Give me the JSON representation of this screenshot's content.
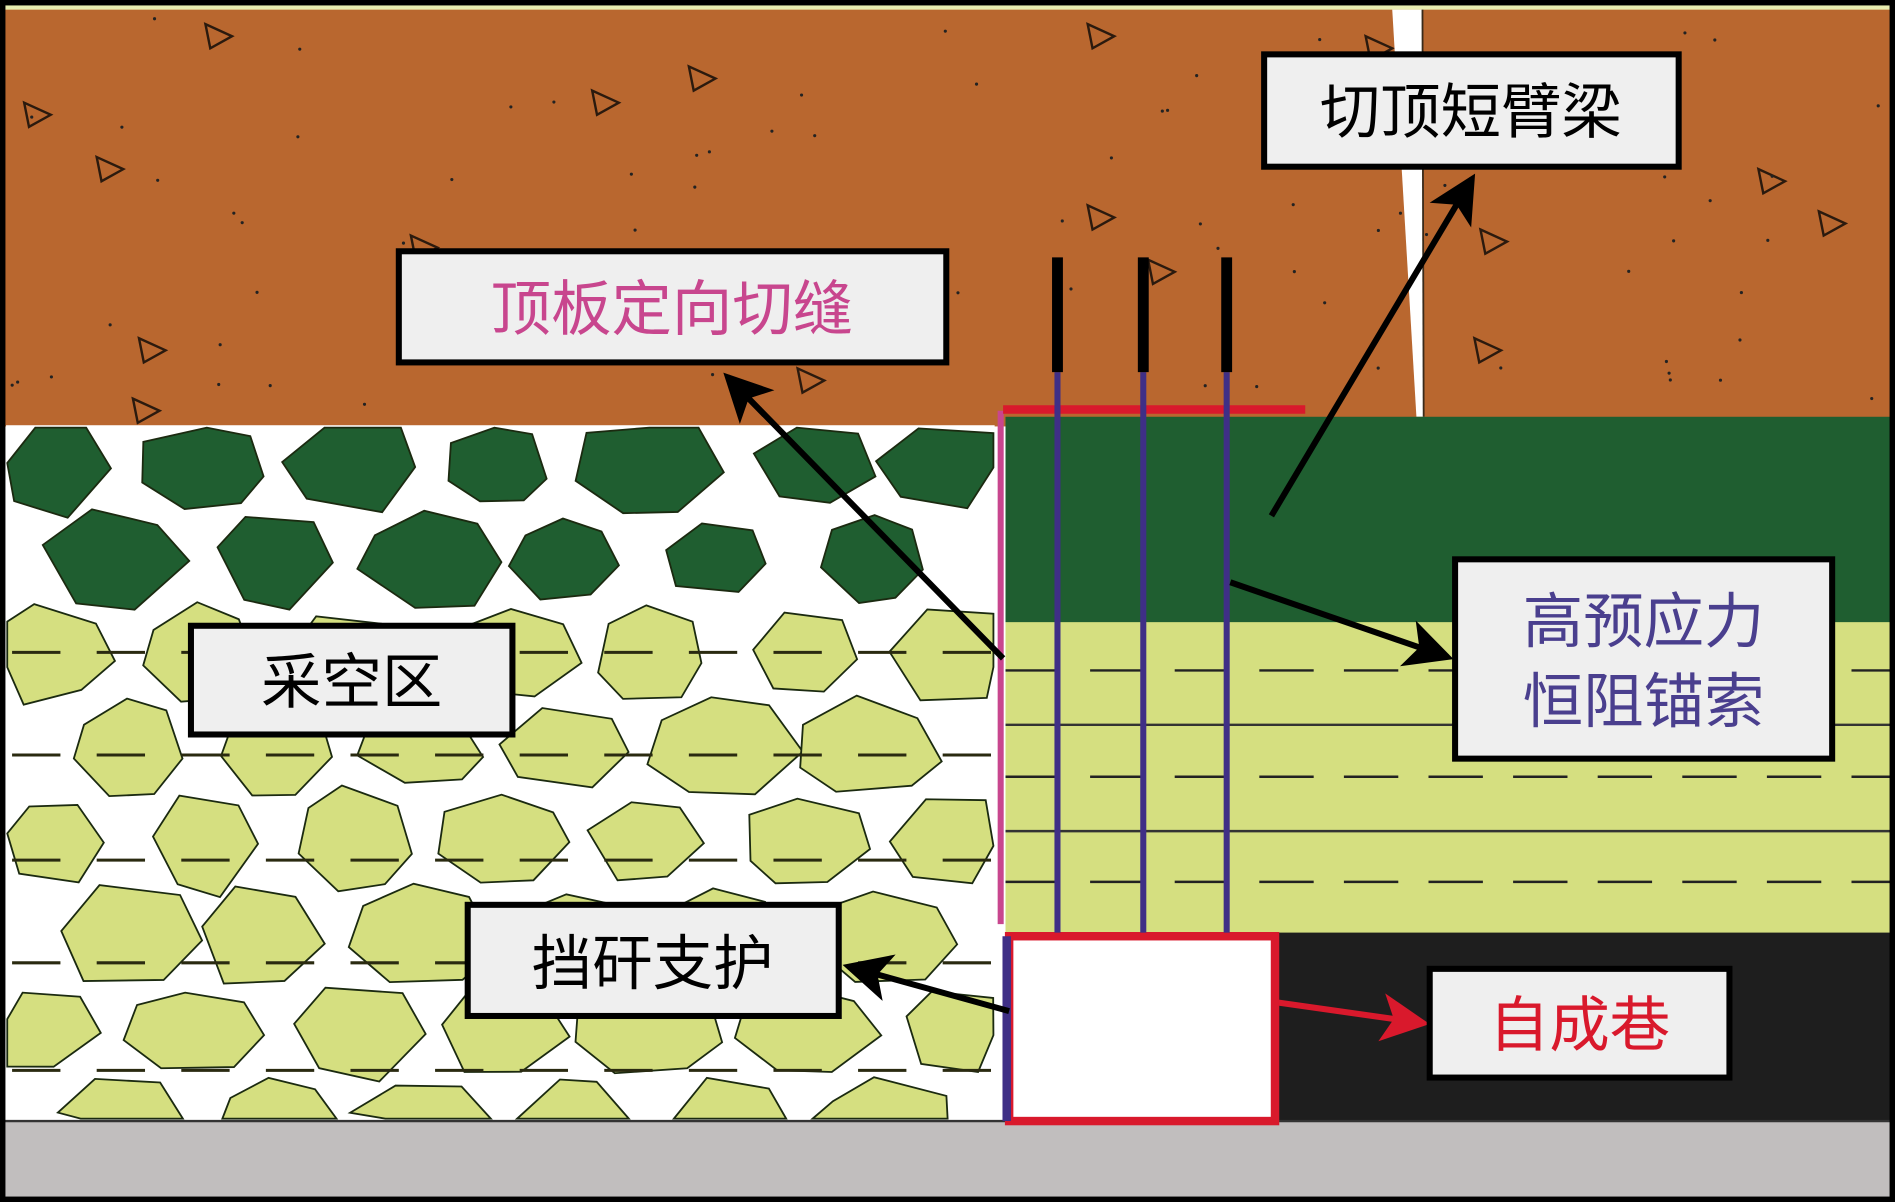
{
  "labels": {
    "cantilever_beam": "切顶短臂梁",
    "roof_cutting": "顶板定向切缝",
    "goaf": "采空区",
    "anchor_cable_line1": "高预应力",
    "anchor_cable_line2": "恒阻锚索",
    "gangue_support": "挡矸支护",
    "self_formed_roadway": "自成巷"
  },
  "colors": {
    "roof_rock": "#B9672F",
    "dark_green_layer": "#1F5E30",
    "light_green_layer": "#D5DF80",
    "floor": "#C1BEBE",
    "coal": "#1E1E1E",
    "anchor_cable": "#3F2F86",
    "cut_line": "#C8468E",
    "roadway_red": "#D9192C"
  }
}
